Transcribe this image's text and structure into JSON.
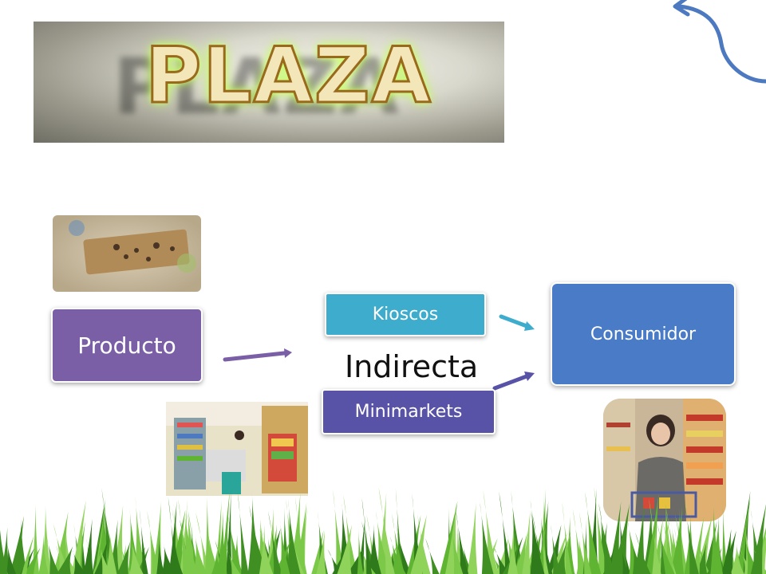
{
  "title": "PLAZA",
  "diagram": {
    "producto": "Producto",
    "kioscos": "Kioscos",
    "minimarkets": "Minimarkets",
    "consumidor": "Consumidor",
    "channel_label": "Indirecta"
  },
  "icons": [
    "curved-arrow-icon",
    "grass-border-icon"
  ],
  "colors": {
    "producto": "#7b5fa6",
    "kioscos": "#3eaccd",
    "minimarkets": "#5953a8",
    "consumidor": "#4a7bc6",
    "arrow_blue": "#4d79c0",
    "grass": "#5fb532"
  }
}
